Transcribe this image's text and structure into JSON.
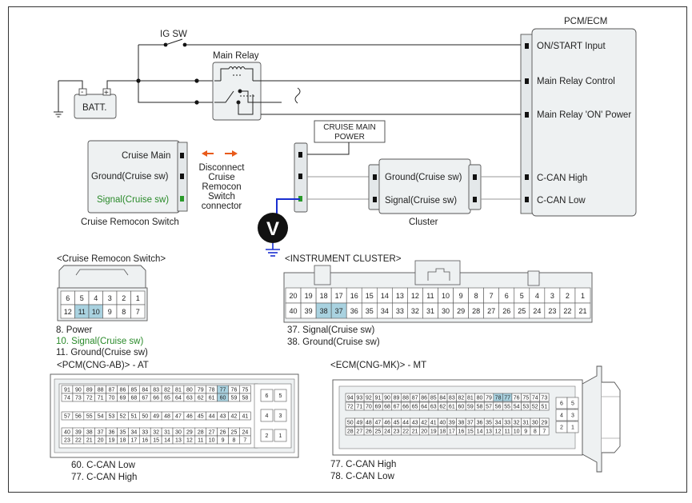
{
  "labels": {
    "pcm_ecm": "PCM/ECM",
    "ig_sw": "IG SW",
    "main_relay": "Main Relay",
    "batt": "BATT.",
    "on_start": "ON/START Input",
    "main_relay_control": "Main Relay Control",
    "main_relay_on_power": "Main Relay 'ON' Power",
    "c_can_high": "C-CAN High",
    "c_can_low": "C-CAN Low",
    "cruise_main_power_1": "CRUISE MAIN",
    "cruise_main_power_2": "POWER",
    "cruise_main": "Cruise Main",
    "ground_cruise_sw": "Ground(Cruise sw)",
    "signal_cruise_sw": "Signal(Cruise sw)",
    "cruise_remocon_switch": "Cruise Remocon Switch",
    "disconnect_lines": [
      "Disconnect",
      "Cruise",
      "Remocon",
      "Switch",
      "connector"
    ],
    "cluster": "Cluster",
    "voltmeter": "V"
  },
  "cruise_switch_connector": {
    "title": "<Cruise Remocon Switch>",
    "row1": [
      "6",
      "5",
      "4",
      "3",
      "2",
      "1"
    ],
    "row2": [
      "12",
      "11",
      "10",
      "9",
      "8",
      "7"
    ],
    "notes": [
      "8. Power",
      "10. Signal(Cruise sw)",
      "11. Ground(Cruise sw)"
    ]
  },
  "cluster_connector": {
    "title": "<INSTRUMENT CLUSTER>",
    "row1": [
      "20",
      "19",
      "18",
      "17",
      "16",
      "15",
      "14",
      "13",
      "12",
      "11",
      "10",
      "9",
      "8",
      "7",
      "6",
      "5",
      "4",
      "3",
      "2",
      "1"
    ],
    "row2": [
      "40",
      "39",
      "38",
      "37",
      "36",
      "35",
      "34",
      "33",
      "32",
      "31",
      "30",
      "29",
      "28",
      "27",
      "26",
      "25",
      "24",
      "23",
      "22",
      "21"
    ],
    "notes": [
      "37. Signal(Cruise sw)",
      "38. Ground(Cruise sw)"
    ]
  },
  "pcm_connector": {
    "title": "<PCM(CNG-AB)> - AT",
    "row1": [
      "91",
      "90",
      "89",
      "88",
      "87",
      "86",
      "85",
      "84",
      "83",
      "82",
      "81",
      "80",
      "79",
      "78",
      "77",
      "76",
      "75"
    ],
    "row2": [
      "74",
      "73",
      "72",
      "71",
      "70",
      "69",
      "68",
      "67",
      "66",
      "65",
      "64",
      "63",
      "62",
      "61",
      "60",
      "59",
      "58"
    ],
    "row3": [
      "57",
      "56",
      "55",
      "54",
      "53",
      "52",
      "51",
      "50",
      "49",
      "48",
      "47",
      "46",
      "45",
      "44",
      "43",
      "42",
      "41"
    ],
    "row4": [
      "40",
      "39",
      "38",
      "37",
      "36",
      "35",
      "34",
      "33",
      "32",
      "31",
      "30",
      "29",
      "28",
      "27",
      "26",
      "25",
      "24"
    ],
    "row5": [
      "23",
      "22",
      "21",
      "20",
      "19",
      "18",
      "17",
      "16",
      "15",
      "14",
      "13",
      "12",
      "11",
      "10",
      "9",
      "8",
      "7"
    ],
    "side": [
      "6",
      "5",
      "4",
      "3",
      "2",
      "1"
    ],
    "notes": [
      "60. C-CAN Low",
      "77. C-CAN High"
    ]
  },
  "ecm_connector": {
    "title": "<ECM(CNG-MK)> - MT",
    "row1": [
      "94",
      "93",
      "92",
      "91",
      "90",
      "89",
      "88",
      "87",
      "86",
      "85",
      "84",
      "83",
      "82",
      "81",
      "80",
      "79",
      "78",
      "77",
      "76",
      "75",
      "74",
      "73"
    ],
    "row2": [
      "72",
      "71",
      "70",
      "69",
      "68",
      "67",
      "66",
      "65",
      "64",
      "63",
      "62",
      "61",
      "60",
      "59",
      "58",
      "57",
      "56",
      "55",
      "54",
      "53",
      "52",
      "51"
    ],
    "row3": [
      "50",
      "49",
      "48",
      "47",
      "46",
      "45",
      "44",
      "43",
      "42",
      "41",
      "40",
      "39",
      "38",
      "37",
      "36",
      "35",
      "34",
      "33",
      "32",
      "31",
      "30",
      "29"
    ],
    "row4": [
      "28",
      "27",
      "26",
      "25",
      "24",
      "23",
      "22",
      "21",
      "20",
      "19",
      "18",
      "17",
      "16",
      "15",
      "14",
      "13",
      "12",
      "11",
      "10",
      "9",
      "8",
      "7"
    ],
    "side": [
      "6",
      "5",
      "4",
      "3",
      "2",
      "1"
    ],
    "notes": [
      "77. C-CAN High",
      "78. C-CAN Low"
    ]
  },
  "colors": {
    "highlight": "#a9d2e0",
    "signal_green": "#2a8a2a",
    "arrow_orange": "#e85a1a",
    "probe_blue": "#1a2fd0"
  }
}
